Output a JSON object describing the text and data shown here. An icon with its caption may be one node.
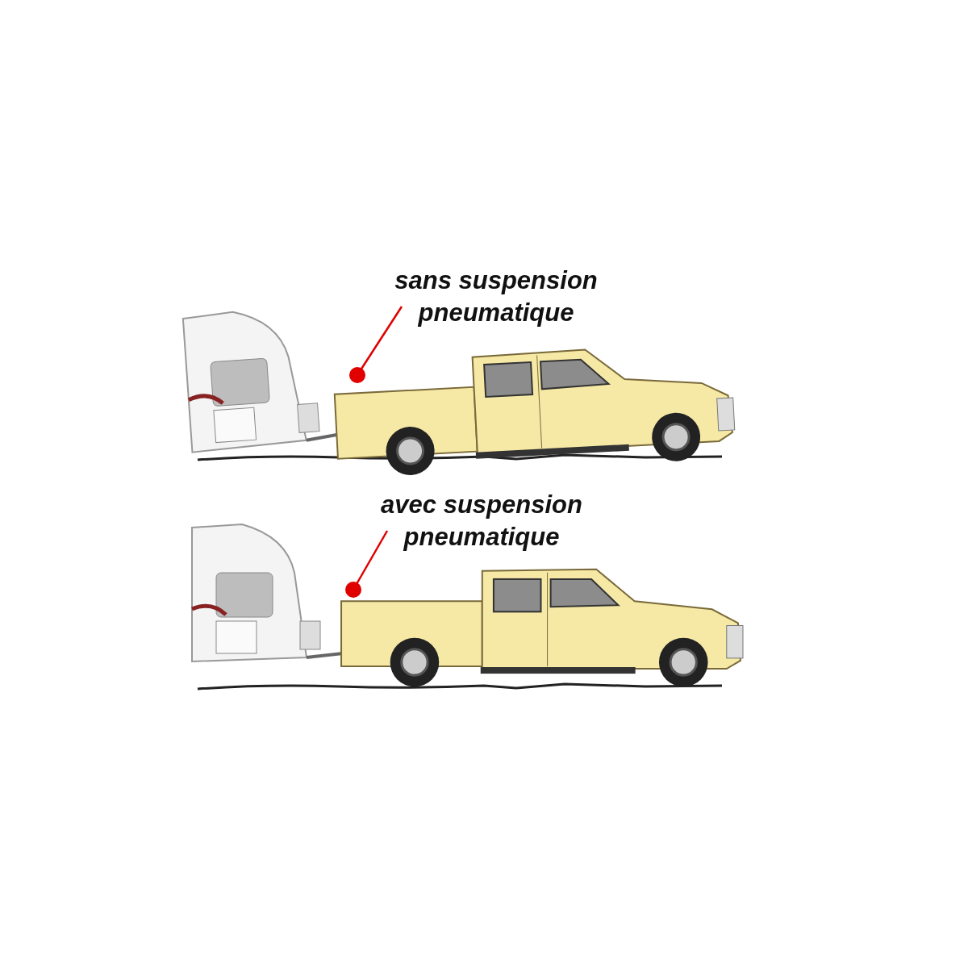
{
  "diagram": {
    "nodes": [
      {
        "text": [
          "sans suspension pneumatique"
        ]
      },
      {
        "text": [],
        "shape": "picture"
      },
      {
        "text": [
          "avec suspension pneumatique"
        ]
      },
      {
        "text": [],
        "shape": "picture"
      }
    ],
    "edges": [
      {
        "from": 0,
        "to": 1,
        "arrow": "other",
        "color": "#e00000"
      },
      {
        "from": 2,
        "to": 3,
        "arrow": "other",
        "color": "#e00000"
      }
    ]
  }
}
